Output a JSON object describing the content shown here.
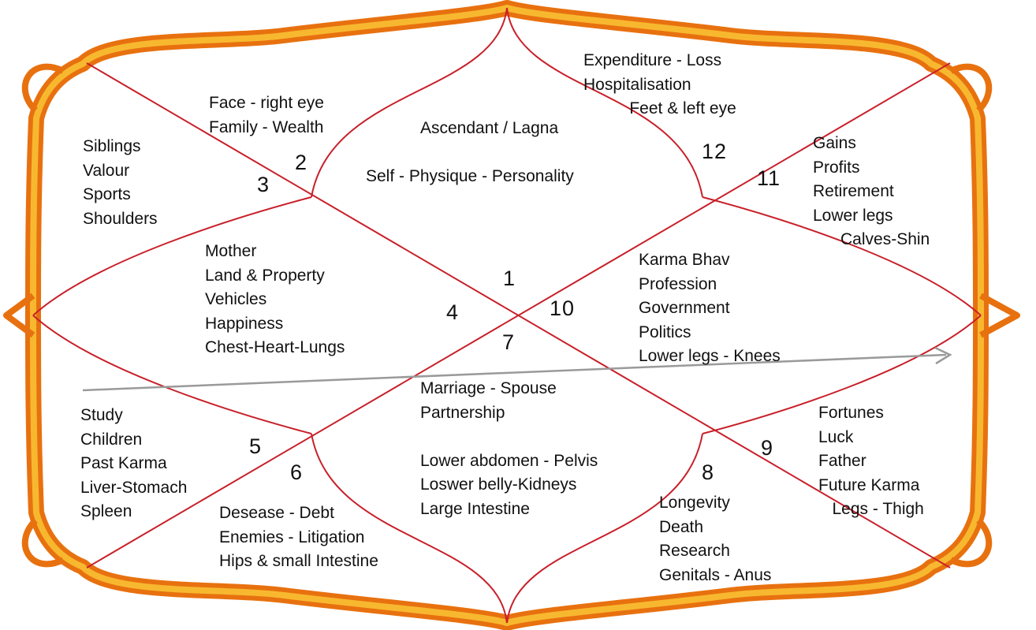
{
  "colors": {
    "frame_outer": "#e8710f",
    "frame_inner": "#f7b830",
    "lines": "#c8202a",
    "arrow": "#9a9a9a",
    "text": "#111111"
  },
  "houses": [
    {
      "number": "1",
      "lines": [
        "Ascendant / Lagna",
        "",
        "Self - Physique - Personality"
      ]
    },
    {
      "number": "2",
      "lines": [
        "Face - right eye",
        "Family -  Wealth"
      ]
    },
    {
      "number": "3",
      "lines": [
        "Siblings",
        "Valour",
        "Sports",
        "Shoulders"
      ]
    },
    {
      "number": "4",
      "lines": [
        "Mother",
        "Land & Property",
        "Vehicles",
        "Happiness",
        "Chest-Heart-Lungs"
      ]
    },
    {
      "number": "5",
      "lines": [
        "Study",
        "Children",
        "Past Karma",
        "Liver-Stomach",
        "Spleen"
      ]
    },
    {
      "number": "6",
      "lines": [
        "Desease - Debt",
        "Enemies - Litigation",
        "Hips & small Intestine"
      ]
    },
    {
      "number": "7",
      "lines": [
        "Marriage - Spouse",
        "Partnership",
        "",
        "Lower abdomen - Pelvis",
        "Loswer belly-Kidneys",
        "Large Intestine"
      ]
    },
    {
      "number": "8",
      "lines": [
        "Longevity",
        "Death",
        "Research",
        "Genitals - Anus"
      ]
    },
    {
      "number": "9",
      "lines": [
        "Fortunes",
        "Luck",
        "Father",
        "Future Karma",
        "   Legs - Thigh"
      ]
    },
    {
      "number": "10",
      "lines": [
        "Karma Bhav",
        "Profession",
        "Government",
        "Politics",
        "Lower legs - Knees"
      ]
    },
    {
      "number": "11",
      "lines": [
        "Gains",
        "Profits",
        "Retirement",
        "Lower legs",
        "      Calves-Shin"
      ]
    },
    {
      "number": "12",
      "lines": [
        "Expenditure - Loss",
        "Hospitalisation",
        "          Feet & left eye"
      ]
    }
  ]
}
